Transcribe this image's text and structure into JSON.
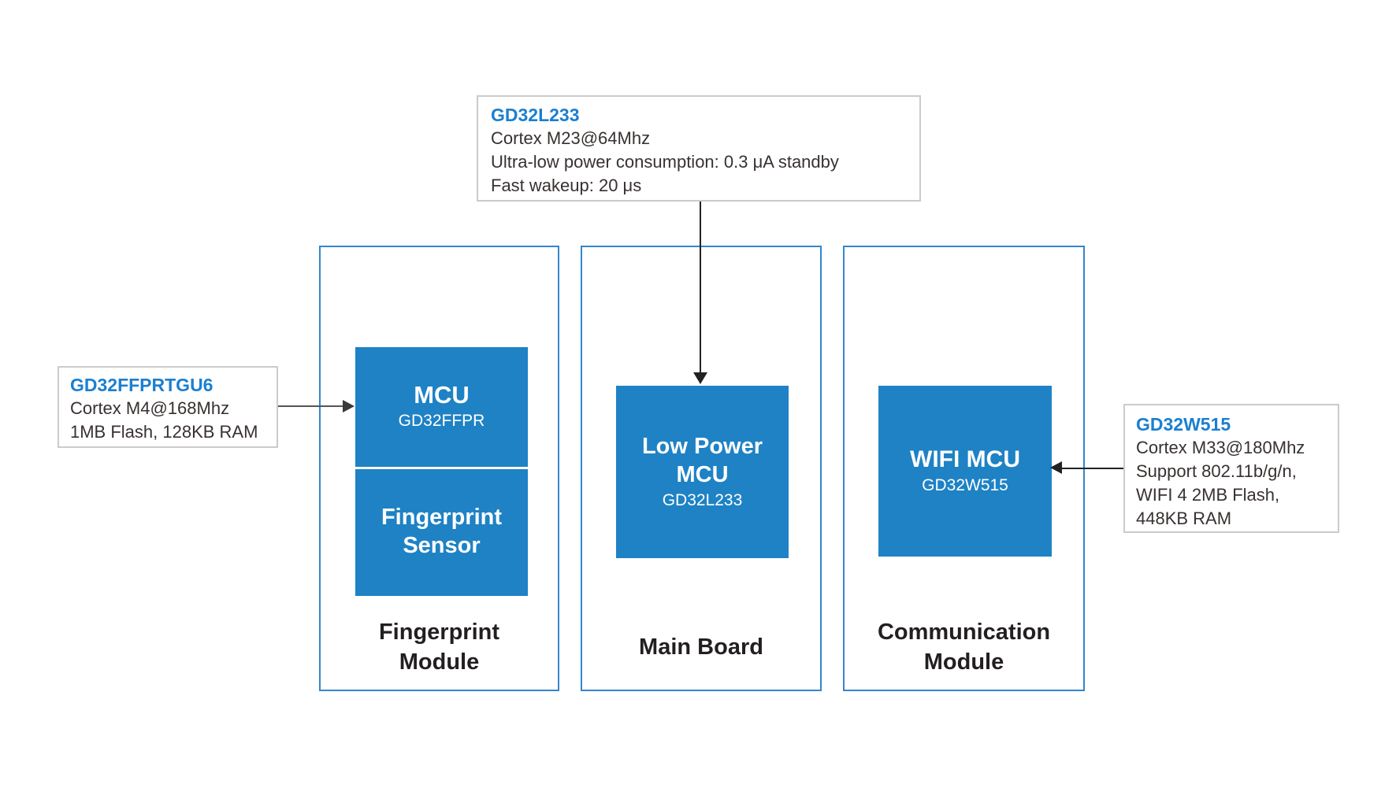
{
  "colors": {
    "blue_fill": "#1e82c5",
    "blue_module_border": "#3486cb",
    "blue_chip_text": "#1b7fd0",
    "callout_border": "#cbcbcb",
    "body_text": "#383130",
    "label_text": "#231f20",
    "arrow": "#222222"
  },
  "callouts": {
    "gd32l233": {
      "title": "GD32L233",
      "lines": [
        "Cortex M23@64Mhz",
        "Ultra-low power consumption: 0.3 μA standby",
        "Fast wakeup: 20 μs"
      ]
    },
    "gd32ffprtgu6": {
      "title": "GD32FFPRTGU6",
      "lines": [
        "Cortex M4@168Mhz",
        "1MB Flash, 128KB RAM"
      ]
    },
    "gd32w515": {
      "title": "GD32W515",
      "lines": [
        "Cortex M33@180Mhz",
        "Support 802.11b/g/n,",
        "WIFI 4 2MB Flash,",
        "448KB RAM"
      ]
    }
  },
  "modules": {
    "fingerprint": {
      "label_line1": "Fingerprint",
      "label_line2": "Module",
      "mcu_title": "MCU",
      "mcu_sub": "GD32FFPR",
      "sensor_line1": "Fingerprint",
      "sensor_line2": "Sensor"
    },
    "main": {
      "label": "Main Board",
      "block_line1": "Low Power",
      "block_line2": "MCU",
      "block_sub": "GD32L233"
    },
    "comm": {
      "label_line1": "Communication",
      "label_line2": "Module",
      "block_title": "WIFI MCU",
      "block_sub": "GD32W515"
    }
  }
}
